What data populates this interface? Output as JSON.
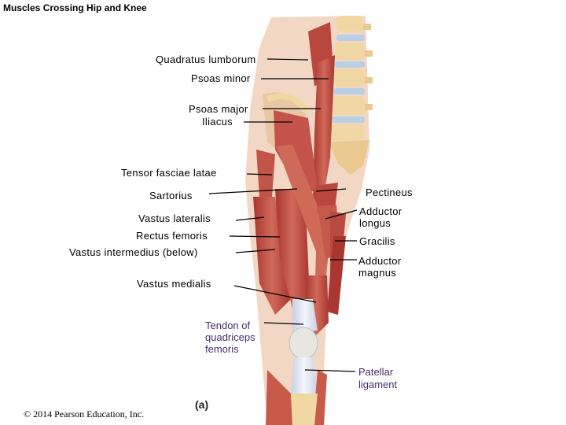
{
  "title": "Muscles Crossing Hip and Knee",
  "labels": {
    "quadratus_lumborum": "Quadratus lumborum",
    "psoas_minor": "Psoas minor",
    "psoas_major": "Psoas major",
    "iliacus": "Iliacus",
    "tensor_fasciae_latae": "Tensor fasciae latae",
    "sartorius": "Sartorius",
    "vastus_lateralis": "Vastus lateralis",
    "rectus_femoris": "Rectus femoris",
    "vastus_intermedius": "Vastus intermedius (below)",
    "vastus_medialis": "Vastus medialis",
    "pectineus": "Pectineus",
    "adductor_longus_1": "Adductor",
    "adductor_longus_2": "longus",
    "gracilis": "Gracilis",
    "adductor_magnus_1": "Adductor",
    "adductor_magnus_2": "magnus",
    "tendon_1": "Tendon of",
    "tendon_2": "quadriceps",
    "tendon_3": "femoris",
    "patellar_1": "Patellar",
    "patellar_2": "ligament"
  },
  "sublabel": "(a)",
  "copyright": "© 2014 Pearson Education, Inc.",
  "colors": {
    "skin": "#f2d7c4",
    "muscle": "#b9473d",
    "muscle_light": "#cf6a58",
    "bone": "#f1d7a3",
    "disc": "#b8cfe5",
    "tendon": "#e4e8f2",
    "leader": "#000000"
  }
}
